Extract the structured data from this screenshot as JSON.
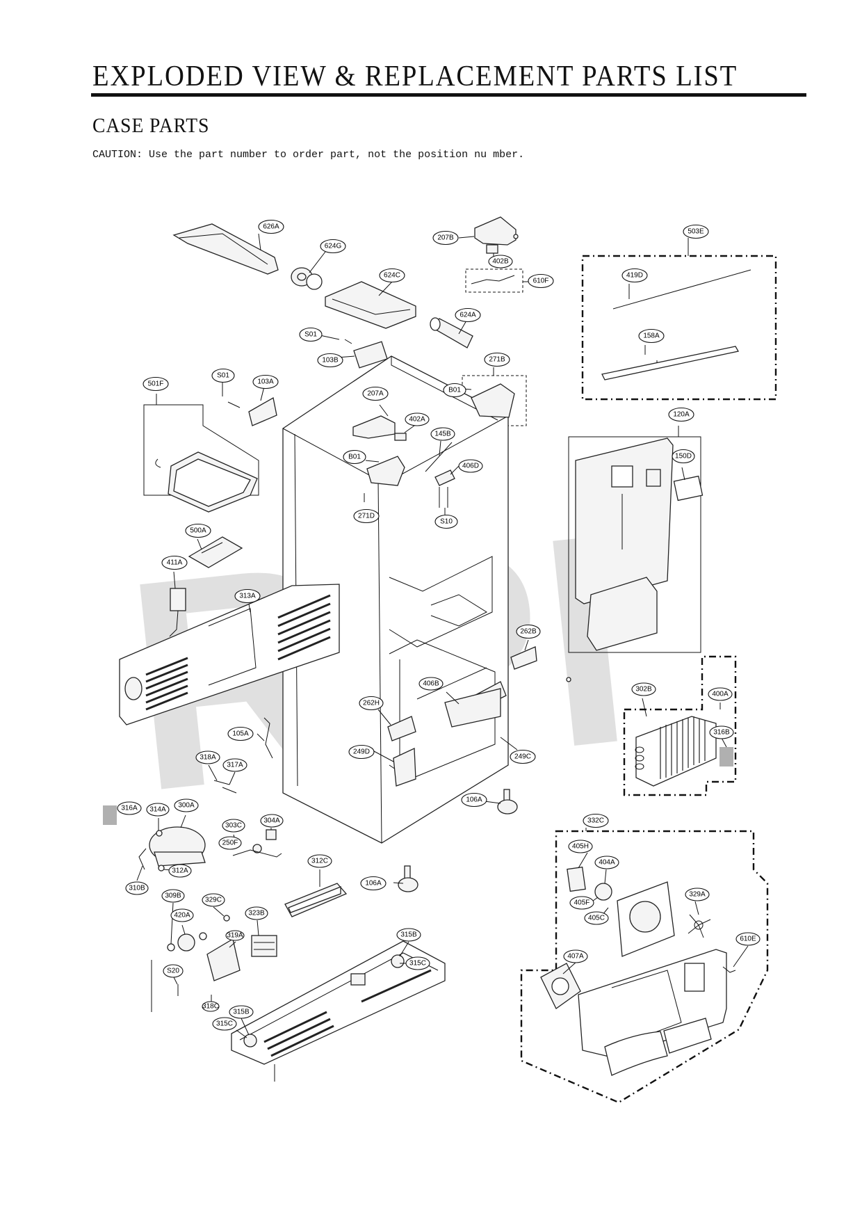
{
  "header": {
    "title": "EXPLODED VIEW & REPLACEMENT PARTS LIST",
    "section": "CASE PARTS",
    "caution": "CAUTION: Use the part number to order part, not the position nu mber."
  },
  "watermark": "RPI",
  "callouts": [
    "626A",
    "624G",
    "624C",
    "624A",
    "207B",
    "402B",
    "610F",
    "503E",
    "419D",
    "158A",
    "S01",
    "103B",
    "271B",
    "B01",
    "501F",
    "S01",
    "103A",
    "207A",
    "402A",
    "145B",
    "406D",
    "B01",
    "271D",
    "S10",
    "120A",
    "150D",
    "500A",
    "411A",
    "313A",
    "262B",
    "406B",
    "262H",
    "105A",
    "249D",
    "249C",
    "302B",
    "400A",
    "316B",
    "318A",
    "317A",
    "316A",
    "314A",
    "300A",
    "303C",
    "304A",
    "250F",
    "106A",
    "312A",
    "310B",
    "312C",
    "106A",
    "332C",
    "405H",
    "404A",
    "329A",
    "405F",
    "405C",
    "309B",
    "329C",
    "420A",
    "323B",
    "319A",
    "407A",
    "610E",
    "315B",
    "315C",
    "S20",
    "318C",
    "315B",
    "315C"
  ]
}
